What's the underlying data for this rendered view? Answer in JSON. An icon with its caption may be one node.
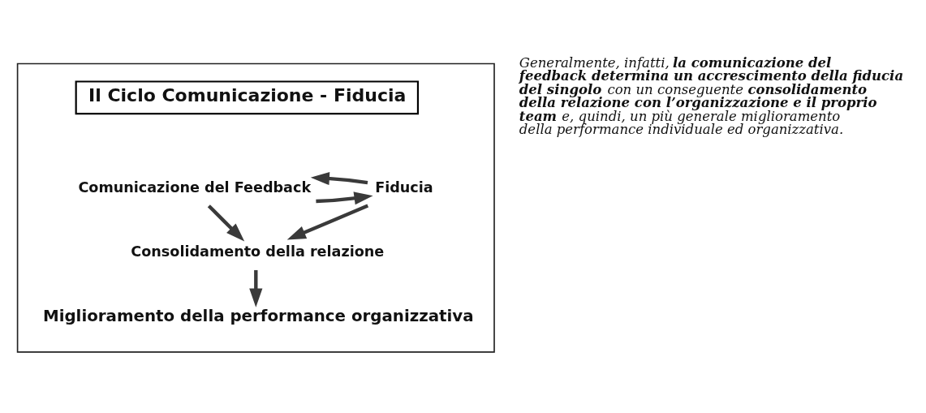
{
  "diagram": {
    "nodes": [
      {
        "text": [],
        "shape": "box"
      },
      {
        "text": [
          "Il Ciclo Comunicazione - Fiducia"
        ],
        "in": 0
      },
      {
        "text": [
          "Comunicazione del Feedback"
        ],
        "in": 0
      },
      {
        "text": [
          "Fiducia"
        ],
        "in": 0
      },
      {
        "text": [
          "Consolidamento della relazione"
        ],
        "in": 0
      },
      {
        "text": [
          "Miglioramento della performance organizzativa"
        ],
        "in": 0
      }
    ],
    "edges": [
      {
        "from": 2,
        "to": 3,
        "arrow": "to"
      },
      {
        "from": 3,
        "to": 2,
        "arrow": "to"
      },
      {
        "from": 2,
        "to": 4,
        "arrow": "to"
      },
      {
        "from": 3,
        "to": 4,
        "arrow": "to"
      },
      {
        "from": 4,
        "to": 5,
        "arrow": "to"
      }
    ],
    "labels": [
      "Generalmente, infatti, **la comunicazione del feedback determina un accrescimento della fiducia del singolo** con un conseguente **consolidamento della relazione con l’organizzazione e il proprio team** e, quindi, un più generale miglioramento della performance individuale ed organizzativa."
    ]
  }
}
